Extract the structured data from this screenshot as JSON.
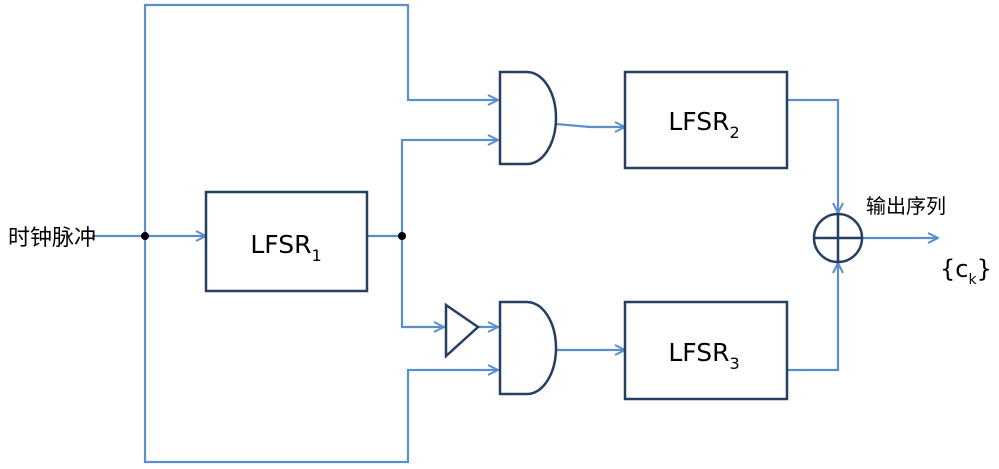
{
  "input_label": "时钟脉冲",
  "output_label": "输出序列",
  "output_symbol": "{c",
  "output_symbol_sub": "k",
  "output_symbol_close": "}",
  "blocks": [
    {
      "base": "LFSR",
      "sub": "1"
    },
    {
      "base": "LFSR",
      "sub": "2"
    },
    {
      "base": "LFSR",
      "sub": "3"
    }
  ],
  "colors": {
    "wire": "#5b8fc9",
    "block_border": "#243f60"
  }
}
